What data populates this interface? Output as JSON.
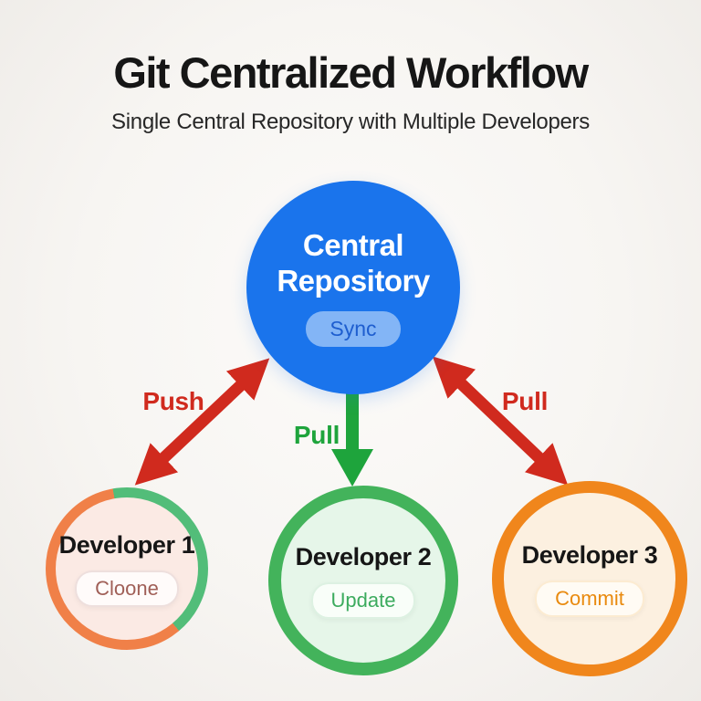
{
  "header": {
    "title": "Git Centralized Workflow",
    "subtitle": "Single Central Repository with Multiple Developers"
  },
  "central": {
    "name_line1": "Central",
    "name_line2": "Repository",
    "badge": "Sync",
    "circle_color": "#1a74ec",
    "badge_bg": "#83b5f6",
    "badge_text_color": "#1e5ecf"
  },
  "arrows": {
    "push": {
      "label": "Push",
      "color": "#d02a1e",
      "direction": "double",
      "from": "Developer 1",
      "to": "Central Repository"
    },
    "pull_center": {
      "label": "Pull",
      "color": "#1ea43c",
      "direction": "down",
      "from": "Central Repository",
      "to": "Developer 2"
    },
    "pull_right": {
      "label": "Pull",
      "color": "#d02a1e",
      "direction": "double",
      "from": "Central Repository",
      "to": "Developer 3"
    }
  },
  "developers": [
    {
      "name": "Developer 1",
      "badge": "Cloone",
      "ring_color": "#f08048",
      "ring_accent": "#52bd79",
      "fill": "#fbeae4",
      "badge_text_color": "#a05f57"
    },
    {
      "name": "Developer 2",
      "badge": "Update",
      "ring_color": "#43b35b",
      "fill": "#e6f6e9",
      "badge_text_color": "#3cab5e"
    },
    {
      "name": "Developer 3",
      "badge": "Commit",
      "ring_color": "#f0861c",
      "fill": "#fcf0e0",
      "badge_text_color": "#e98a0e"
    }
  ]
}
